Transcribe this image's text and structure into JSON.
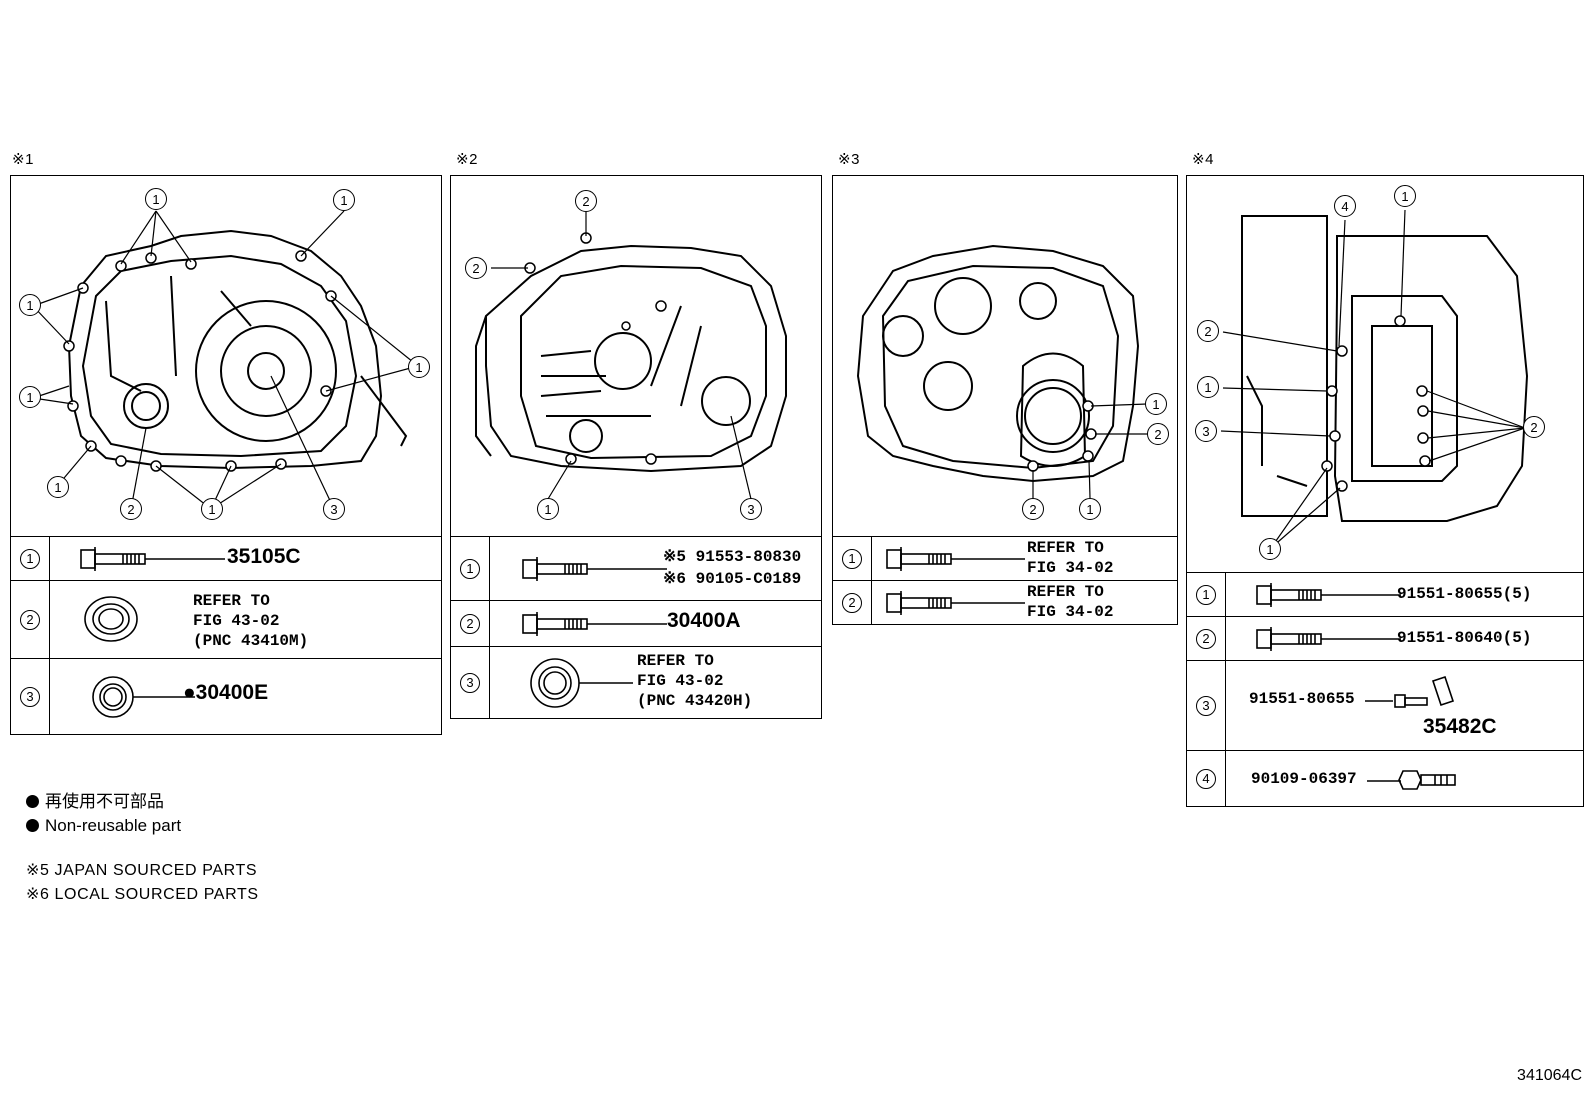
{
  "panels": [
    {
      "label": "※1",
      "rows": [
        {
          "num": "1",
          "lines": [
            "35105C"
          ]
        },
        {
          "num": "2",
          "lines": [
            "REFER TO",
            "FIG 43-02",
            "(PNC 43410M)"
          ]
        },
        {
          "num": "3",
          "lines": [
            "●30400E"
          ]
        }
      ]
    },
    {
      "label": "※2",
      "rows": [
        {
          "num": "1",
          "lines": [
            "※5 91553-80830",
            "※6 90105-C0189"
          ]
        },
        {
          "num": "2",
          "lines": [
            "30400A"
          ]
        },
        {
          "num": "3",
          "lines": [
            "REFER TO",
            "FIG 43-02",
            "(PNC 43420H)"
          ]
        }
      ]
    },
    {
      "label": "※3",
      "rows": [
        {
          "num": "1",
          "lines": [
            "REFER TO",
            "FIG 34-02"
          ]
        },
        {
          "num": "2",
          "lines": [
            "REFER TO",
            "FIG 34-02"
          ]
        }
      ]
    },
    {
      "label": "※4",
      "rows": [
        {
          "num": "1",
          "lines": [
            "91551-80655(5)"
          ]
        },
        {
          "num": "2",
          "lines": [
            "91551-80640(5)"
          ]
        },
        {
          "num": "3",
          "lines": [
            "91551-80655",
            "35482C"
          ]
        },
        {
          "num": "4",
          "lines": [
            "90109-06397"
          ]
        }
      ]
    }
  ],
  "legend": {
    "nonreusable_jp": "再使用不可部品",
    "nonreusable_en": "Non-reusable part"
  },
  "notes": [
    "※5 JAPAN SOURCED PARTS",
    "※6 LOCAL SOURCED PARTS"
  ],
  "figure_code": "341064C"
}
